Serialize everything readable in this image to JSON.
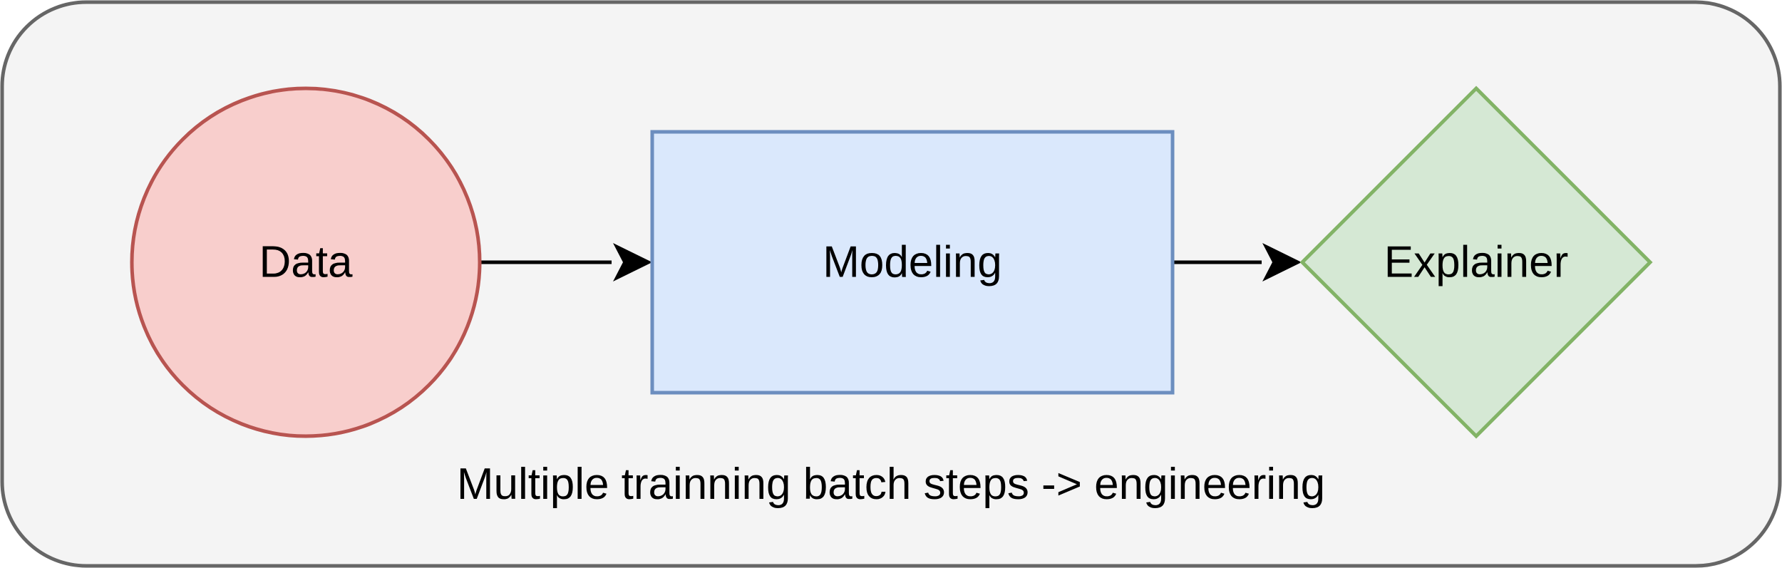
{
  "diagram": {
    "nodes": {
      "data": {
        "label": "Data",
        "shape": "circle"
      },
      "modeling": {
        "label": "Modeling",
        "shape": "rectangle"
      },
      "explainer": {
        "label": "Explainer",
        "shape": "diamond"
      }
    },
    "edges": [
      {
        "from": "data",
        "to": "modeling"
      },
      {
        "from": "modeling",
        "to": "explainer"
      }
    ],
    "caption": "Multiple trainning batch steps -> engineering"
  },
  "colors": {
    "container_fill": "#f4f4f4",
    "container_stroke": "#666666",
    "data_fill": "#f8cecc",
    "data_stroke": "#b85450",
    "modeling_fill": "#dae8fc",
    "modeling_stroke": "#6c8ebf",
    "explainer_fill": "#d5e8d4",
    "explainer_stroke": "#82b366",
    "arrow": "#000000"
  }
}
